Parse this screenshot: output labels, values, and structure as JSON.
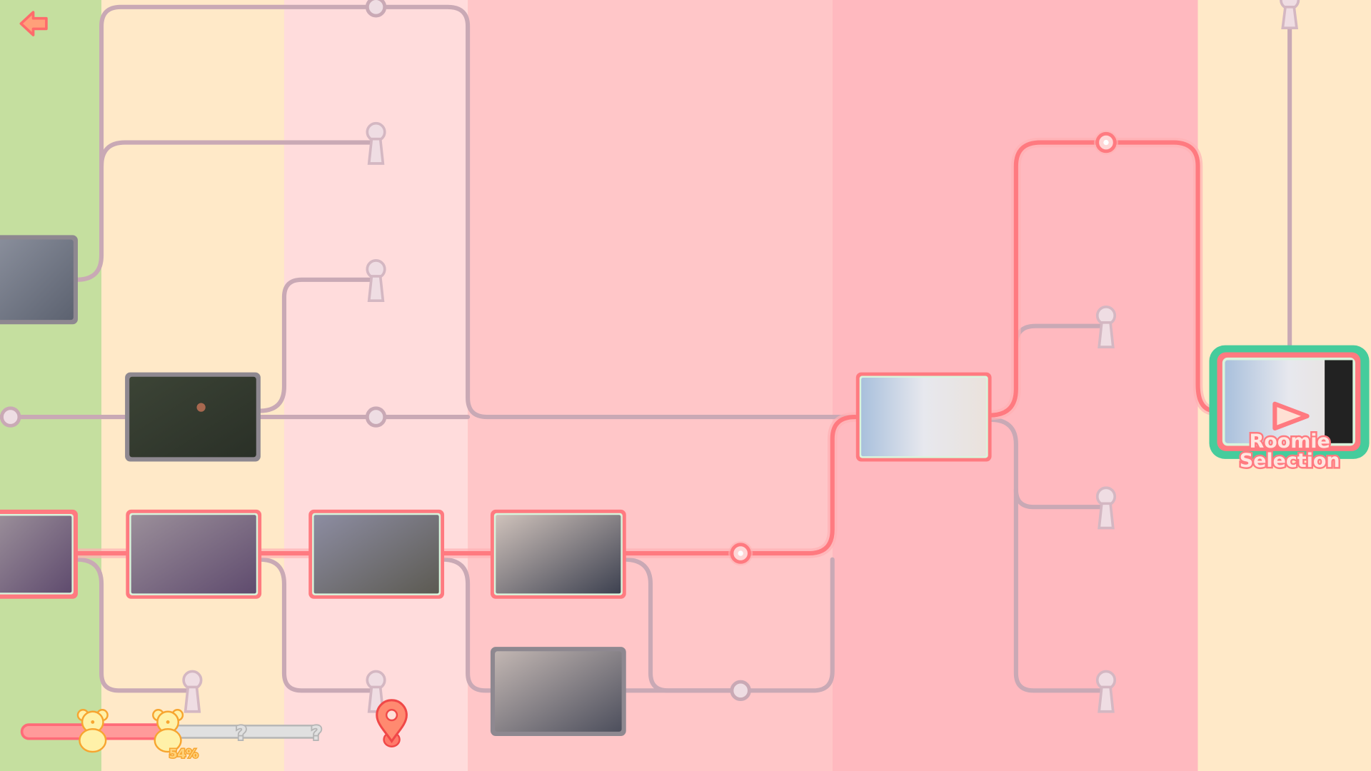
{
  "header": {
    "back_icon": "back-arrow-icon"
  },
  "colors": {
    "columns": [
      "#c5df9f",
      "#ffe9c8",
      "#ffdcdc",
      "#ffc6c8",
      "#ffb9bf",
      "#ffe9c8"
    ],
    "path_locked": "#c9a9b5",
    "path_active": "#ff7a80",
    "final_frame": "#45cc9c"
  },
  "progress": {
    "percent": 54,
    "label": "54%",
    "milestones": [
      "bear-icon",
      "bear-icon",
      "?",
      "?"
    ],
    "unknown_1": "?",
    "unknown_2": "?"
  },
  "final_node": {
    "title_line1": "Roomie",
    "title_line2": "Selection",
    "icon": "play-icon"
  },
  "current_location_icon": "map-pin-icon"
}
